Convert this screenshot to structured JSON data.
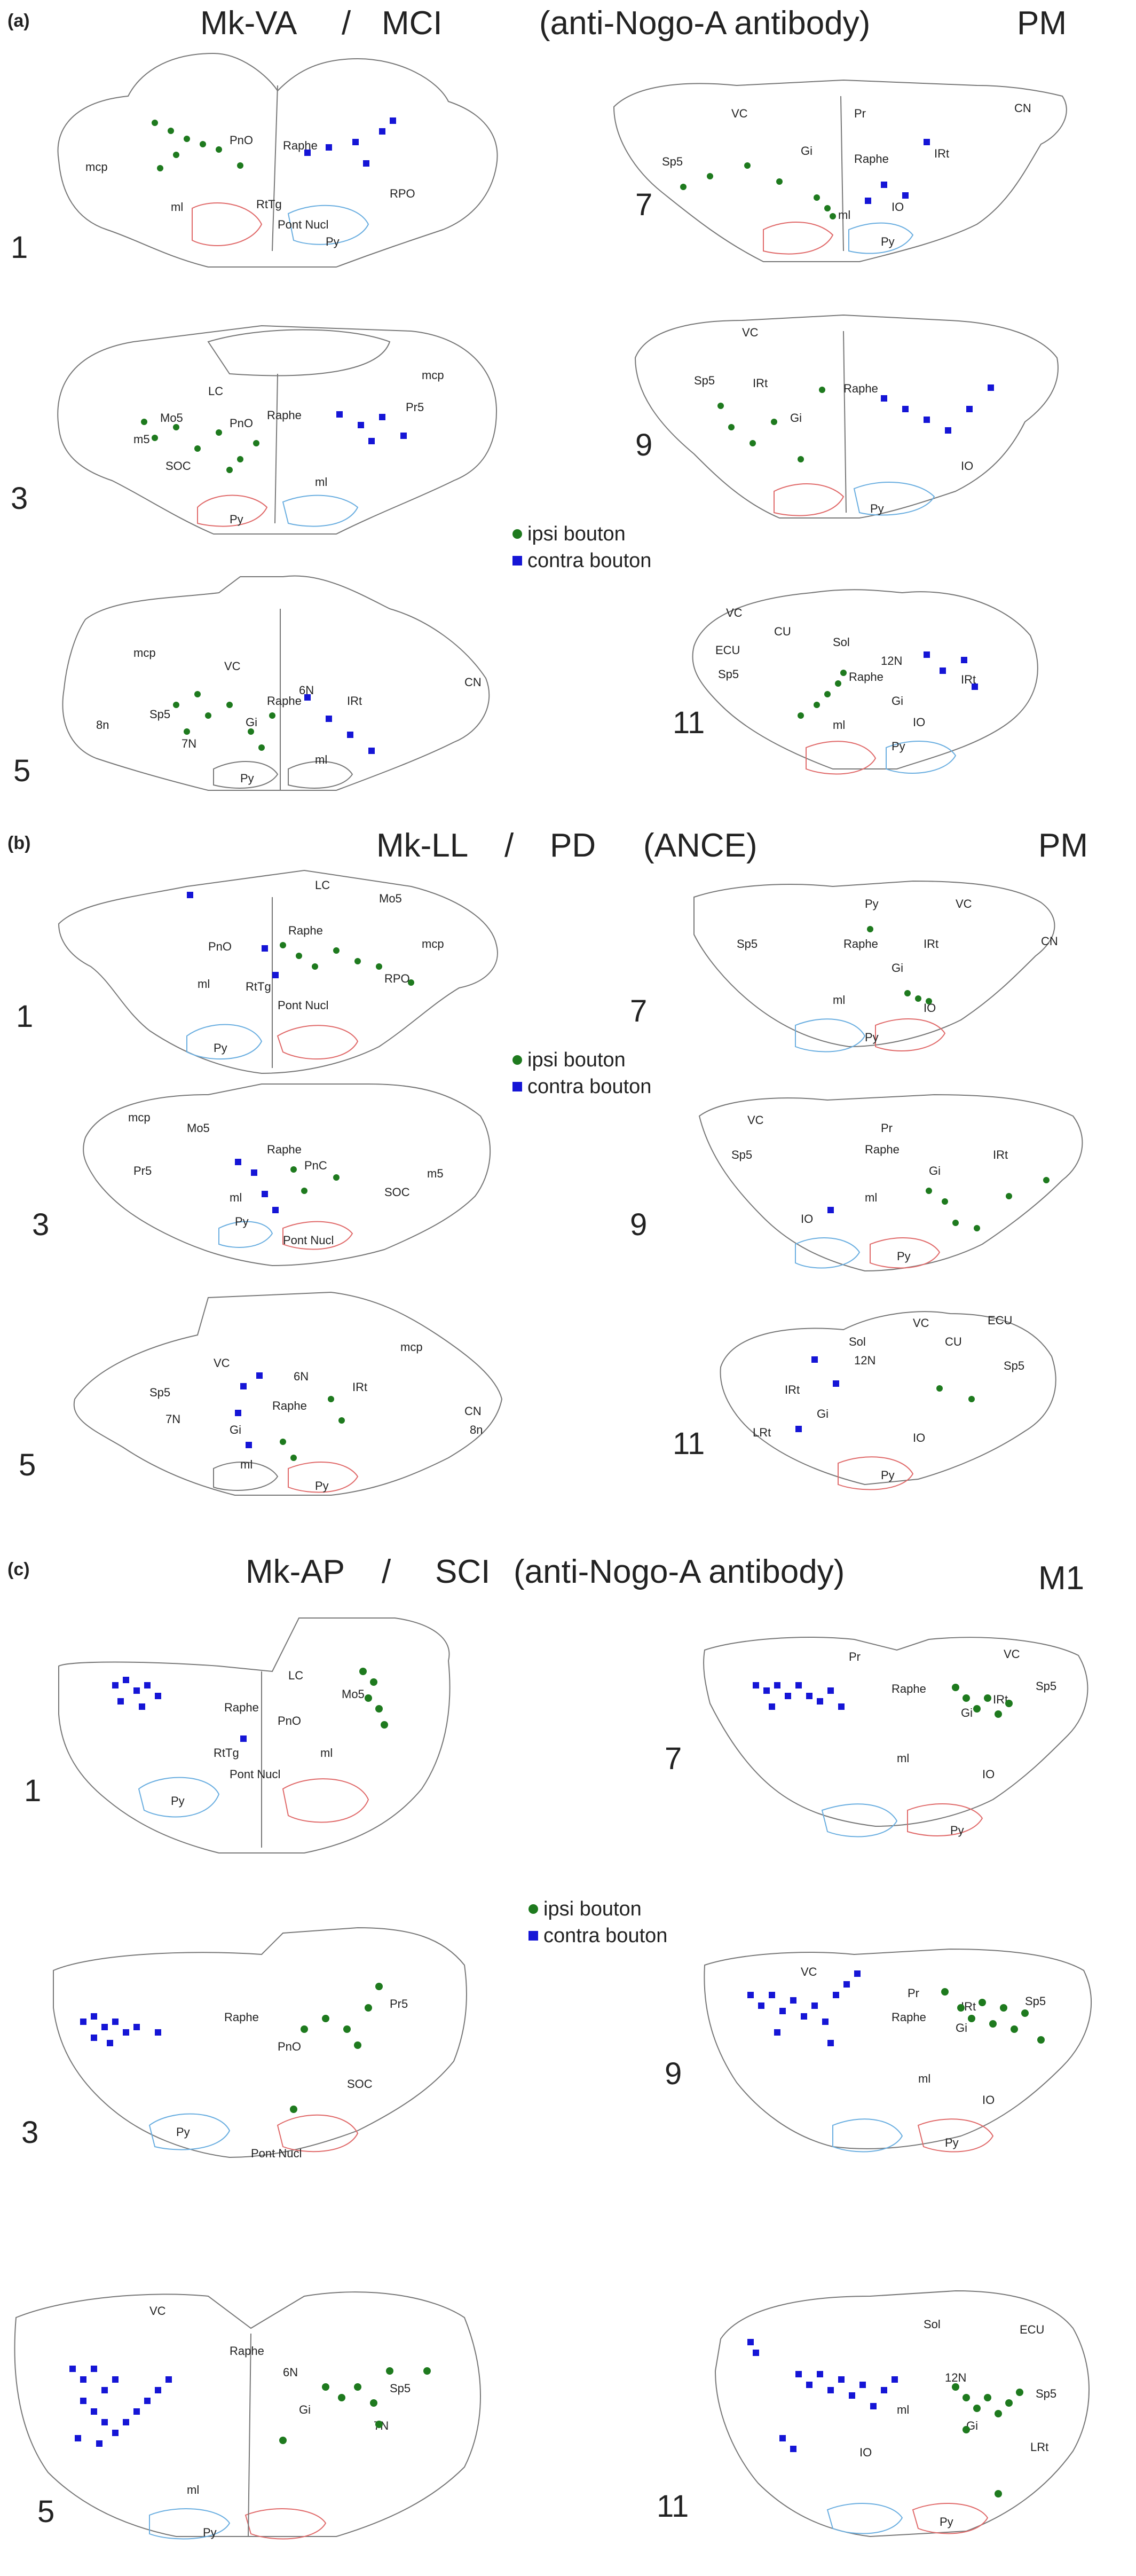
{
  "colors": {
    "ipsi": "#1e7a1e",
    "contra": "#1515d6",
    "outline": "#777777",
    "red": "#e06a6a",
    "blue": "#6aaee0"
  },
  "legend": {
    "ipsi": "ipsi bouton",
    "contra": "contra bouton"
  },
  "panels": [
    {
      "letter": "(a)",
      "animal": "Mk-VA",
      "slash": "/",
      "lesion": "MCI",
      "treatment": "(anti-Nogo-A antibody)",
      "side": "PM",
      "sections": [
        {
          "num": "1",
          "labels": [
            "mcp",
            "PnO",
            "Raphe",
            "RtTg",
            "ml",
            "Pont Nucl",
            "Py",
            "RPO"
          ]
        },
        {
          "num": "7",
          "labels": [
            "VC",
            "Pr",
            "CN",
            "Sp5",
            "Gi",
            "Raphe",
            "IRt",
            "ml",
            "IO",
            "Py"
          ]
        },
        {
          "num": "3",
          "labels": [
            "LC",
            "mcp",
            "Mo5",
            "m5",
            "PnO",
            "Raphe",
            "Pr5",
            "SOC",
            "ml",
            "Py"
          ]
        },
        {
          "num": "9",
          "labels": [
            "VC",
            "Sp5",
            "IRt",
            "Raphe",
            "Gi",
            "IO",
            "Py"
          ]
        },
        {
          "num": "5",
          "labels": [
            "mcp",
            "VC",
            "CN",
            "6N",
            "Raphe",
            "IRt",
            "Sp5",
            "Gi",
            "8n",
            "7N",
            "ml",
            "Py"
          ]
        },
        {
          "num": "11",
          "labels": [
            "VC",
            "CU",
            "ECU",
            "Sol",
            "Sp5",
            "12N",
            "Raphe",
            "Gi",
            "IRt",
            "ml",
            "IO",
            "Py"
          ]
        }
      ]
    },
    {
      "letter": "(b)",
      "animal": "Mk-LL",
      "slash": "/",
      "lesion": "PD",
      "treatment": "(ANCE)",
      "side": "PM",
      "sections": [
        {
          "num": "1",
          "labels": [
            "LC",
            "Mo5",
            "PnO",
            "Raphe",
            "mcp",
            "ml",
            "RtTg",
            "RPO",
            "Pont Nucl",
            "Py"
          ]
        },
        {
          "num": "7",
          "labels": [
            "Py",
            "VC",
            "Sp5",
            "Raphe",
            "IRt",
            "CN",
            "Gi",
            "ml",
            "IO",
            "Py"
          ]
        },
        {
          "num": "3",
          "labels": [
            "mcp",
            "Mo5",
            "Pr5",
            "Raphe",
            "PnC",
            "SOC",
            "m5",
            "ml",
            "Py",
            "Pont Nucl"
          ]
        },
        {
          "num": "9",
          "labels": [
            "VC",
            "Pr",
            "Sp5",
            "Raphe",
            "IRt",
            "Gi",
            "ml",
            "IO",
            "Py"
          ]
        },
        {
          "num": "5",
          "labels": [
            "VC",
            "mcp",
            "6N",
            "Sp5",
            "Raphe",
            "IRt",
            "CN",
            "7N",
            "Gi",
            "8n",
            "ml",
            "Py"
          ]
        },
        {
          "num": "11",
          "labels": [
            "VC",
            "ECU",
            "Sol",
            "CU",
            "12N",
            "Sp5",
            "IRt",
            "LRt",
            "Gi",
            "IO",
            "Py"
          ]
        }
      ]
    },
    {
      "letter": "(c)",
      "animal": "Mk-AP",
      "slash": "/",
      "lesion": "SCI",
      "treatment": "(anti-Nogo-A antibody)",
      "side": "M1",
      "sections": [
        {
          "num": "1",
          "labels": [
            "LC",
            "Raphe",
            "Mo5",
            "PnO",
            "RtTg",
            "ml",
            "Pont Nucl",
            "Py"
          ]
        },
        {
          "num": "7",
          "labels": [
            "Pr",
            "VC",
            "Raphe",
            "Sp5",
            "IRt",
            "Gi",
            "ml",
            "IO",
            "Py"
          ]
        },
        {
          "num": "3",
          "labels": [
            "Raphe",
            "Pr5",
            "PnO",
            "SOC",
            "Py",
            "Pont Nucl"
          ]
        },
        {
          "num": "9",
          "labels": [
            "VC",
            "Pr",
            "Raphe",
            "IRt",
            "Sp5",
            "Gi",
            "ml",
            "IO",
            "Py"
          ]
        },
        {
          "num": "5",
          "labels": [
            "VC",
            "Raphe",
            "6N",
            "Sp5",
            "Gi",
            "7N",
            "ml",
            "Py"
          ]
        },
        {
          "num": "11",
          "labels": [
            "Sol",
            "ECU",
            "12N",
            "Sp5",
            "ml",
            "Gi",
            "IO",
            "LRt",
            "Py"
          ]
        }
      ]
    }
  ]
}
